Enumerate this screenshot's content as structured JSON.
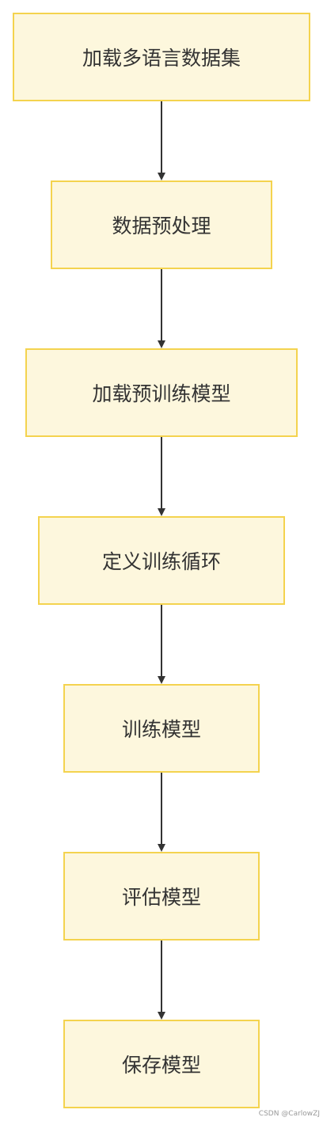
{
  "flowchart": {
    "nodes": [
      {
        "id": "load-data",
        "label": "加载多语言数据集"
      },
      {
        "id": "preprocess",
        "label": "数据预处理"
      },
      {
        "id": "load-model",
        "label": "加载预训练模型"
      },
      {
        "id": "define-loop",
        "label": "定义训练循环"
      },
      {
        "id": "train",
        "label": "训练模型"
      },
      {
        "id": "evaluate",
        "label": "评估模型"
      },
      {
        "id": "save",
        "label": "保存模型"
      }
    ],
    "edges": [
      {
        "from": "load-data",
        "to": "preprocess"
      },
      {
        "from": "preprocess",
        "to": "load-model"
      },
      {
        "from": "load-model",
        "to": "define-loop"
      },
      {
        "from": "define-loop",
        "to": "train"
      },
      {
        "from": "train",
        "to": "evaluate"
      },
      {
        "from": "evaluate",
        "to": "save"
      }
    ]
  },
  "colors": {
    "node_fill": "#fdf7dd",
    "node_border": "#f4d34e",
    "edge": "#333333",
    "text": "#333333"
  },
  "watermark": "CSDN @CarlowZJ"
}
